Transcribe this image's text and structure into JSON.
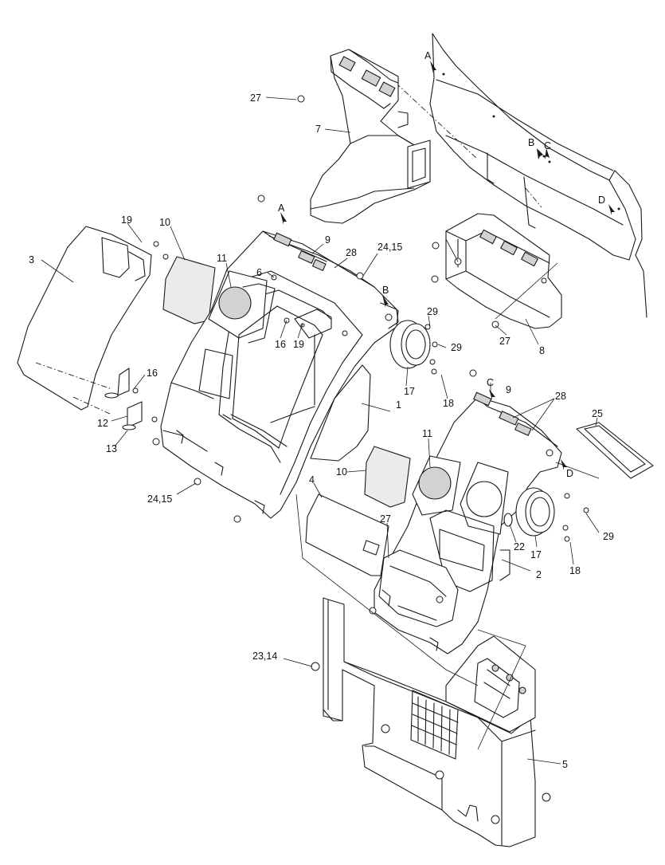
{
  "diagram": {
    "labels": [
      {
        "key": "l27a",
        "text": "27"
      },
      {
        "key": "l7",
        "text": "7"
      },
      {
        "key": "lA1",
        "text": "A"
      },
      {
        "key": "lB1",
        "text": "B"
      },
      {
        "key": "lC1",
        "text": "C"
      },
      {
        "key": "lD1",
        "text": "D"
      },
      {
        "key": "l19a",
        "text": "19"
      },
      {
        "key": "l10a",
        "text": "10"
      },
      {
        "key": "l3",
        "text": "3"
      },
      {
        "key": "l11a",
        "text": "11"
      },
      {
        "key": "lA2",
        "text": "A"
      },
      {
        "key": "l9a",
        "text": "9"
      },
      {
        "key": "l28a",
        "text": "28"
      },
      {
        "key": "l2415a",
        "text": "24,15"
      },
      {
        "key": "l6",
        "text": "6"
      },
      {
        "key": "lB2",
        "text": "B"
      },
      {
        "key": "l29a",
        "text": "29"
      },
      {
        "key": "l29b",
        "text": "29"
      },
      {
        "key": "l16a",
        "text": "16"
      },
      {
        "key": "l19b",
        "text": "19"
      },
      {
        "key": "l27b",
        "text": "27"
      },
      {
        "key": "l8",
        "text": "8"
      },
      {
        "key": "l16b",
        "text": "16"
      },
      {
        "key": "l17a",
        "text": "17"
      },
      {
        "key": "l18a",
        "text": "18"
      },
      {
        "key": "l1",
        "text": "1"
      },
      {
        "key": "lC2",
        "text": "C"
      },
      {
        "key": "l9b",
        "text": "9"
      },
      {
        "key": "l28b",
        "text": "28"
      },
      {
        "key": "l25",
        "text": "25"
      },
      {
        "key": "l12",
        "text": "12"
      },
      {
        "key": "l13",
        "text": "13"
      },
      {
        "key": "l11b",
        "text": "11"
      },
      {
        "key": "lD2",
        "text": "D"
      },
      {
        "key": "l10b",
        "text": "10"
      },
      {
        "key": "l4",
        "text": "4"
      },
      {
        "key": "l2415b",
        "text": "24,15"
      },
      {
        "key": "l27c",
        "text": "27"
      },
      {
        "key": "l22",
        "text": "22"
      },
      {
        "key": "l17b",
        "text": "17"
      },
      {
        "key": "l29c",
        "text": "29"
      },
      {
        "key": "l18b",
        "text": "18"
      },
      {
        "key": "l2",
        "text": "2"
      },
      {
        "key": "l2314",
        "text": "23,14"
      },
      {
        "key": "l5",
        "text": "5"
      }
    ]
  }
}
